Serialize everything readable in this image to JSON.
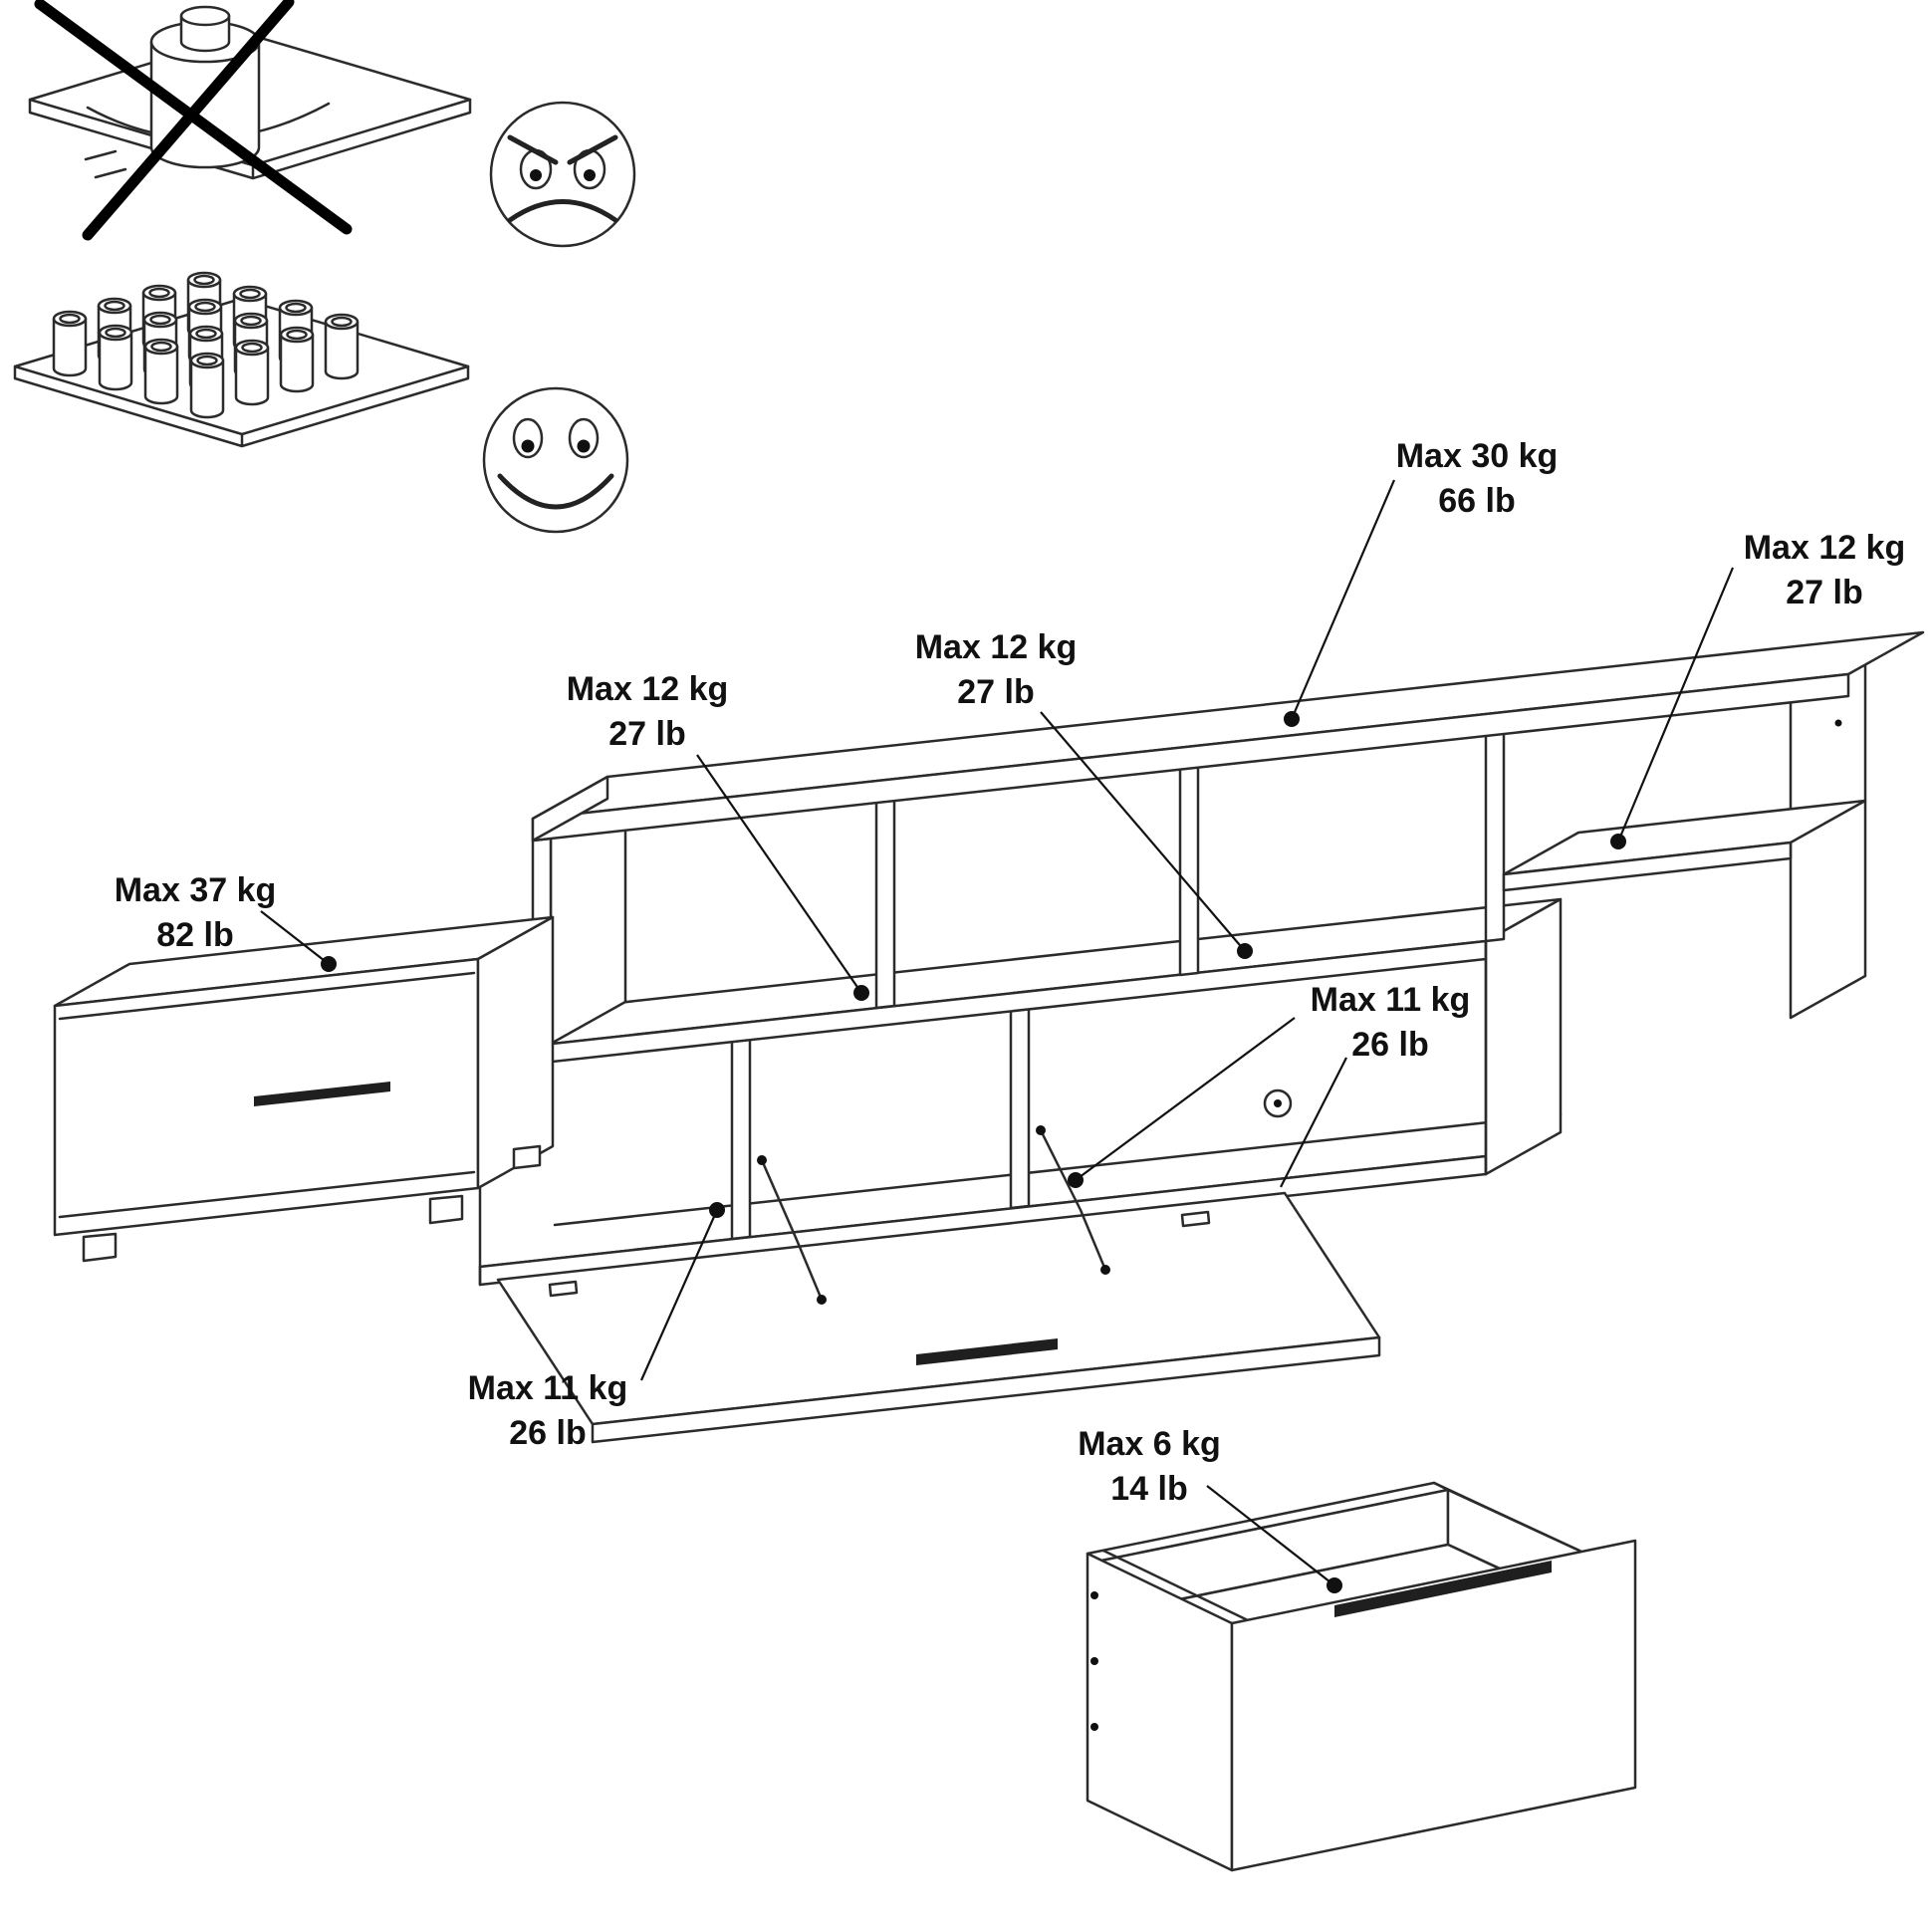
{
  "page": {
    "background": "#ffffff",
    "line_color": "#2b2b2b",
    "text_color": "#111111"
  },
  "icons": {
    "prohibited_mark": "cross-icon",
    "bad_usage": "angry-face-icon",
    "good_usage": "happy-face-icon"
  },
  "weight_labels": {
    "top_shelf": {
      "line1": "Max 30 kg",
      "line2": "66 lb"
    },
    "right_shelf": {
      "line1": "Max 12 kg",
      "line2": "27 lb"
    },
    "middle_shelf": {
      "line1": "Max 12 kg",
      "line2": "27 lb"
    },
    "left_shelf": {
      "line1": "Max 12 kg",
      "line2": "27 lb"
    },
    "left_cabinet": {
      "line1": "Max 37 kg",
      "line2": "82 lb"
    },
    "flap_compartment_right": {
      "line1": "Max 11 kg",
      "line2": "26 lb"
    },
    "flap_compartment_left": {
      "line1": "Max 11 kg",
      "line2": "26 lb"
    },
    "drawer": {
      "line1": "Max 6 kg",
      "line2": "14 lb"
    }
  }
}
